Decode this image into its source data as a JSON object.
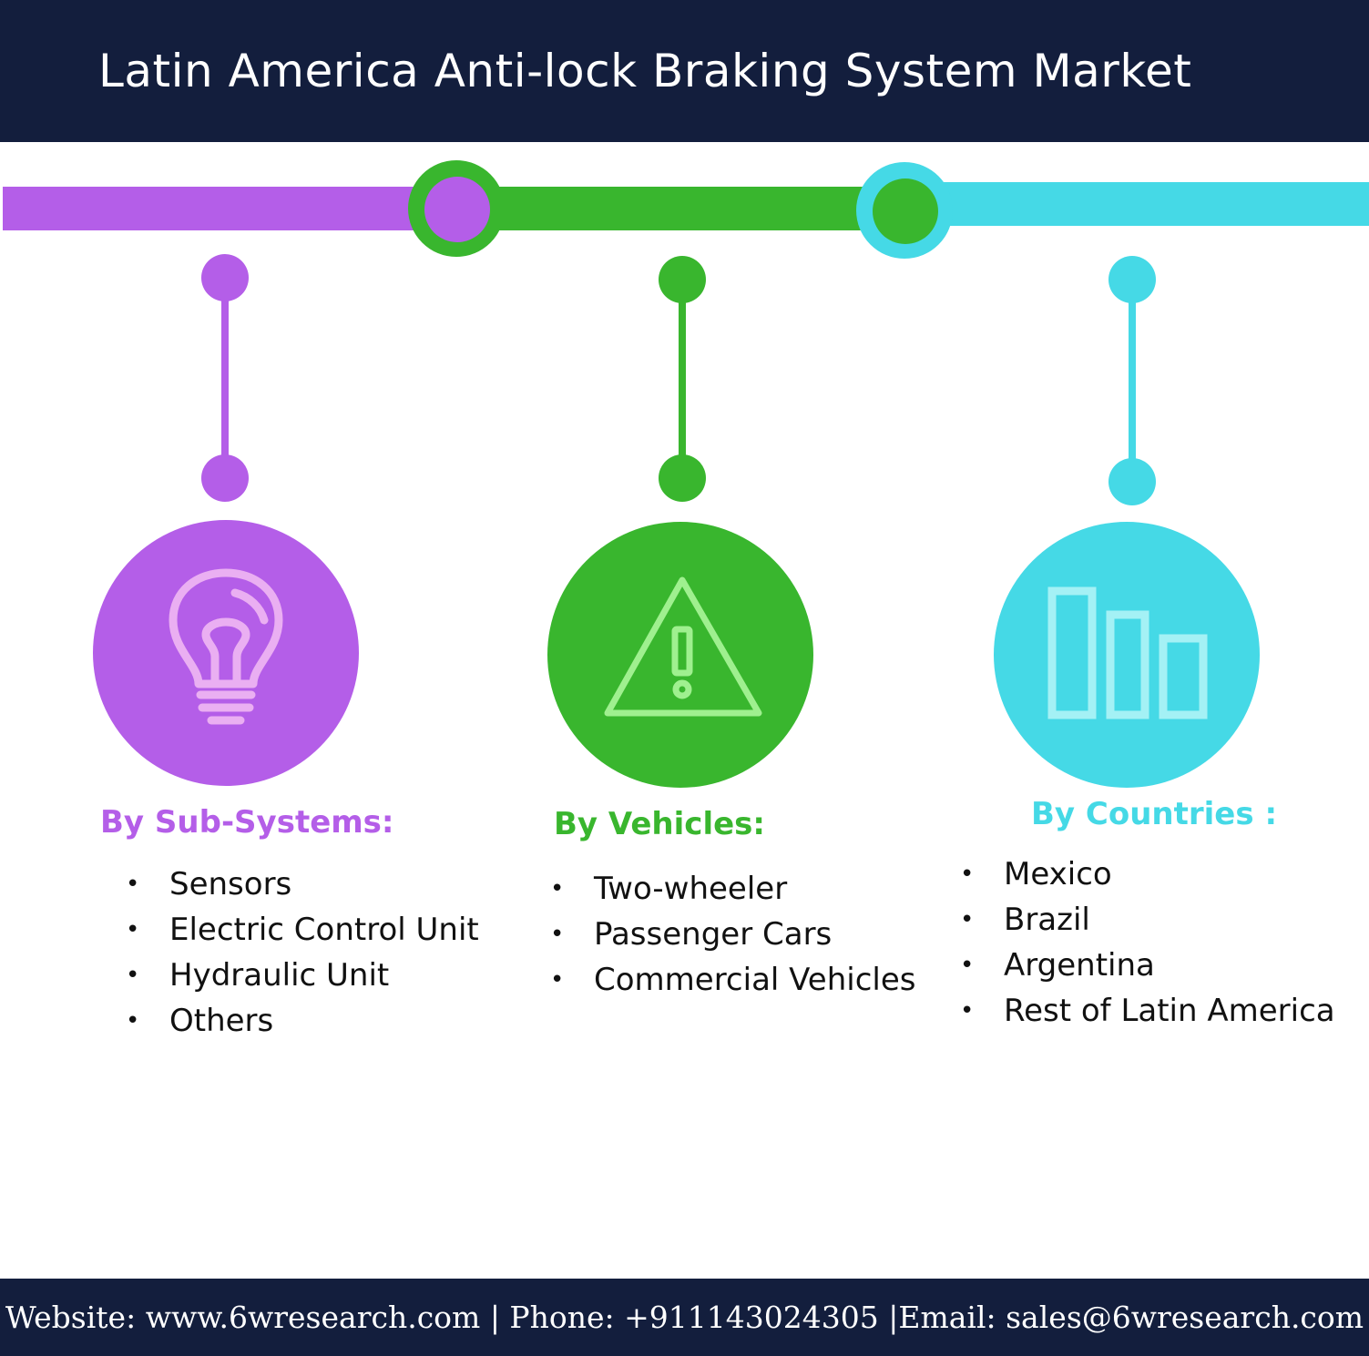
{
  "title": "Latin America Anti-lock Braking System Market",
  "colors": {
    "navy": "#131e3d",
    "purple": "#b45ee8",
    "green": "#39b62e",
    "cyan": "#45d9e6"
  },
  "segments": [
    {
      "heading": "By Sub-Systems:",
      "icon": "lightbulb-icon",
      "items": [
        "Sensors",
        "Electric Control Unit",
        "Hydraulic Unit",
        "Others"
      ]
    },
    {
      "heading": "By Vehicles:",
      "icon": "warning-triangle-icon",
      "items": [
        "Two-wheeler",
        "Passenger Cars",
        "Commercial Vehicles"
      ]
    },
    {
      "heading": "By Countries :",
      "icon": "bar-chart-icon",
      "items": [
        "Mexico",
        "Brazil",
        "Argentina",
        "Rest of Latin America"
      ]
    }
  ],
  "footer": "Website: www.6wresearch.com | Phone: +911143024305 |Email: sales@6wresearch.com"
}
